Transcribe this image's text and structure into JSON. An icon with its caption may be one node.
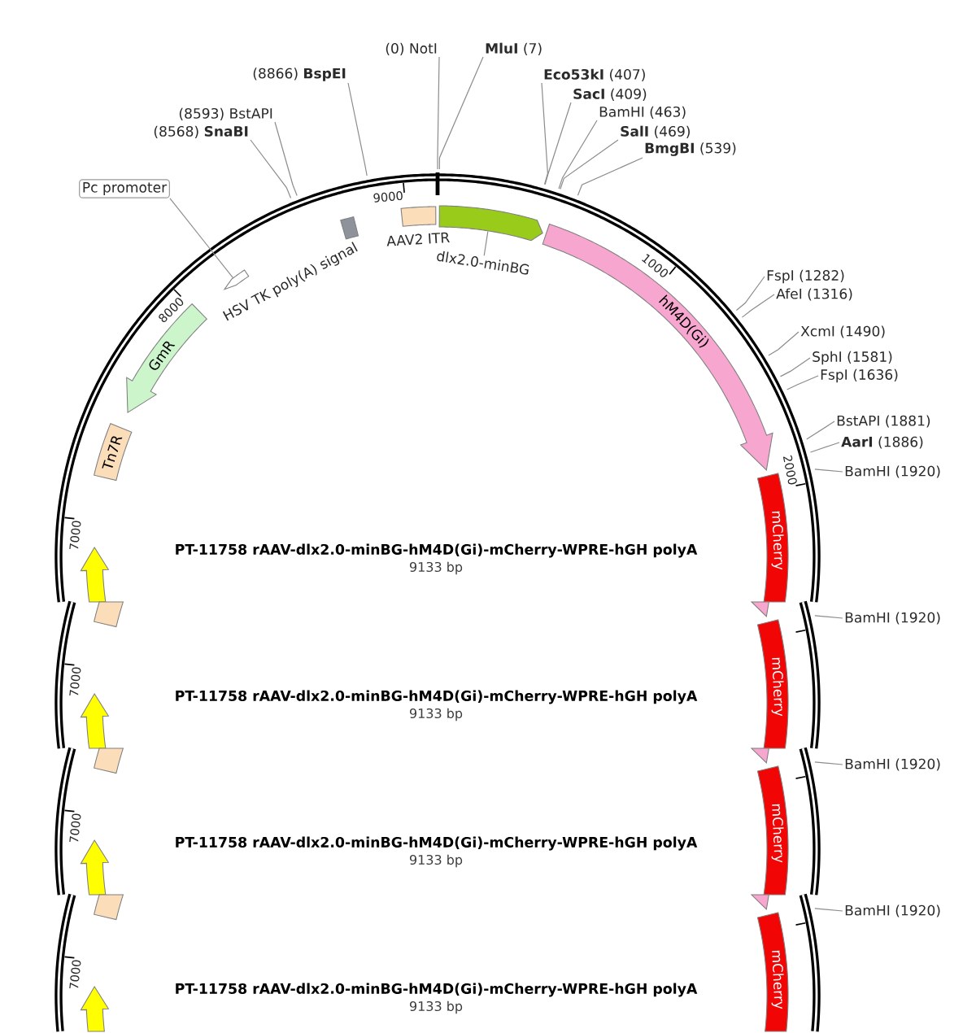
{
  "diagram": {
    "title": "PT-11758 rAAV-dlx2.0-minBG-hM4D(Gi)-mCherry-WPRE-hGH polyA",
    "nodes": [
      {
        "text": [
          "(0) NotI"
        ]
      },
      {
        "text": [
          "**MluI** (7)"
        ]
      },
      {
        "text": [
          "(8866) **BspEI**"
        ]
      },
      {
        "text": [
          "**Eco53kI** (407)"
        ]
      },
      {
        "text": [
          "**SacI** (409)"
        ]
      },
      {
        "text": [
          "BamHI (463)"
        ]
      },
      {
        "text": [
          "(8593) BstAPI"
        ]
      },
      {
        "text": [
          "(8568) **SnaBI**"
        ]
      },
      {
        "text": [
          "**SalI** (469)"
        ]
      },
      {
        "text": [
          "**BmgBI** (539)"
        ]
      },
      {
        "text": [
          "Pc promoter"
        ]
      },
      {
        "text": [],
        "shape": "box",
        "beside": [
          "HSV TK poly(A) signal"
        ]
      },
      {
        "text": [],
        "shape": "box",
        "beside": [
          "AAV2 ITR"
        ]
      },
      {
        "text": [],
        "shape": "arrow"
      },
      {
        "text": [
          "dlx2.0-minBG"
        ]
      },
      {
        "text": [],
        "shape": "arrow"
      },
      {
        "text": [
          "hM4D(Gi)"
        ]
      },
      {
        "text": [
          "FspI (1282)"
        ]
      },
      {
        "text": [
          "AfeI (1316)"
        ]
      },
      {
        "text": [
          "GmR"
        ]
      },
      {
        "text": [
          "XcmI (1490)"
        ]
      },
      {
        "text": [
          "SphI (1581)"
        ]
      },
      {
        "text": [
          "FspI (1636)"
        ]
      },
      {
        "text": [
          "Tn7R"
        ]
      },
      {
        "text": [
          "BstAPI (1881)"
        ]
      },
      {
        "text": [
          "**AarI** (1886)"
        ]
      },
      {
        "text": [
          "BamHI (1920)"
        ]
      },
      {
        "text": [
          "mCherry"
        ]
      },
      {
        "text": [],
        "shape": "arrow"
      },
      {
        "text": [],
        "shape": "box"
      },
      {
        "text": [],
        "shape": "triangle"
      },
      {
        "text": [
          "BamHI (1920)"
        ]
      },
      {
        "text": [
          "mCherry"
        ]
      },
      {
        "text": [],
        "shape": "arrow"
      },
      {
        "text": [],
        "shape": "box"
      },
      {
        "text": [],
        "shape": "triangle"
      },
      {
        "text": [
          "BamHI (1920)"
        ]
      },
      {
        "text": [
          "mCherry"
        ]
      },
      {
        "text": [],
        "shape": "arrow"
      },
      {
        "text": [],
        "shape": "box"
      },
      {
        "text": [],
        "shape": "triangle"
      },
      {
        "text": [
          "BamHI (1920)"
        ]
      },
      {
        "text": [
          "mCherry"
        ]
      },
      {
        "text": [],
        "shape": "arrow"
      }
    ],
    "edges": [
      {
        "from": 0,
        "to": null,
        "arrow": "none"
      },
      {
        "from": 1,
        "to": null,
        "arrow": "none"
      },
      {
        "from": 2,
        "to": null,
        "arrow": "none"
      },
      {
        "from": 3,
        "to": null,
        "arrow": "none"
      },
      {
        "from": 4,
        "to": null,
        "arrow": "none"
      },
      {
        "from": 5,
        "to": null,
        "arrow": "none"
      },
      {
        "from": 6,
        "to": null,
        "arrow": "none"
      },
      {
        "from": 7,
        "to": null,
        "arrow": "none"
      },
      {
        "from": 8,
        "to": null,
        "arrow": "none"
      },
      {
        "from": 9,
        "to": null,
        "arrow": "none"
      },
      {
        "from": 10,
        "to": 15,
        "arrow": "none"
      },
      {
        "from": 14,
        "to": 13,
        "arrow": "none"
      },
      {
        "from": 17,
        "to": null,
        "arrow": "none"
      },
      {
        "from": 18,
        "to": null,
        "arrow": "none"
      },
      {
        "from": 20,
        "to": null,
        "arrow": "none"
      },
      {
        "from": 21,
        "to": null,
        "arrow": "none"
      },
      {
        "from": 22,
        "to": null,
        "arrow": "none"
      },
      {
        "from": 24,
        "to": null,
        "arrow": "none"
      },
      {
        "from": 25,
        "to": null,
        "arrow": "none"
      },
      {
        "from": 26,
        "to": null,
        "arrow": "none"
      },
      {
        "from": 31,
        "to": null,
        "arrow": "none"
      },
      {
        "from": 36,
        "to": null,
        "arrow": "none"
      },
      {
        "from": 41,
        "to": null,
        "arrow": "none"
      }
    ],
    "labels": [
      "9000",
      "1000",
      "8000",
      "2000",
      "7000",
      "9133 bp",
      "7000",
      "PT-11758 rAAV-dlx2.0-minBG-hM4D(Gi)-mCherry-WPRE-hGH polyA",
      "9133 bp",
      "7000",
      "PT-11758 rAAV-dlx2.0-minBG-hM4D(Gi)-mCherry-WPRE-hGH polyA",
      "9133 bp",
      "7000",
      "PT-11758 rAAV-dlx2.0-minBG-hM4D(Gi)-mCherry-WPRE-hGH polyA",
      "9133 bp"
    ]
  }
}
